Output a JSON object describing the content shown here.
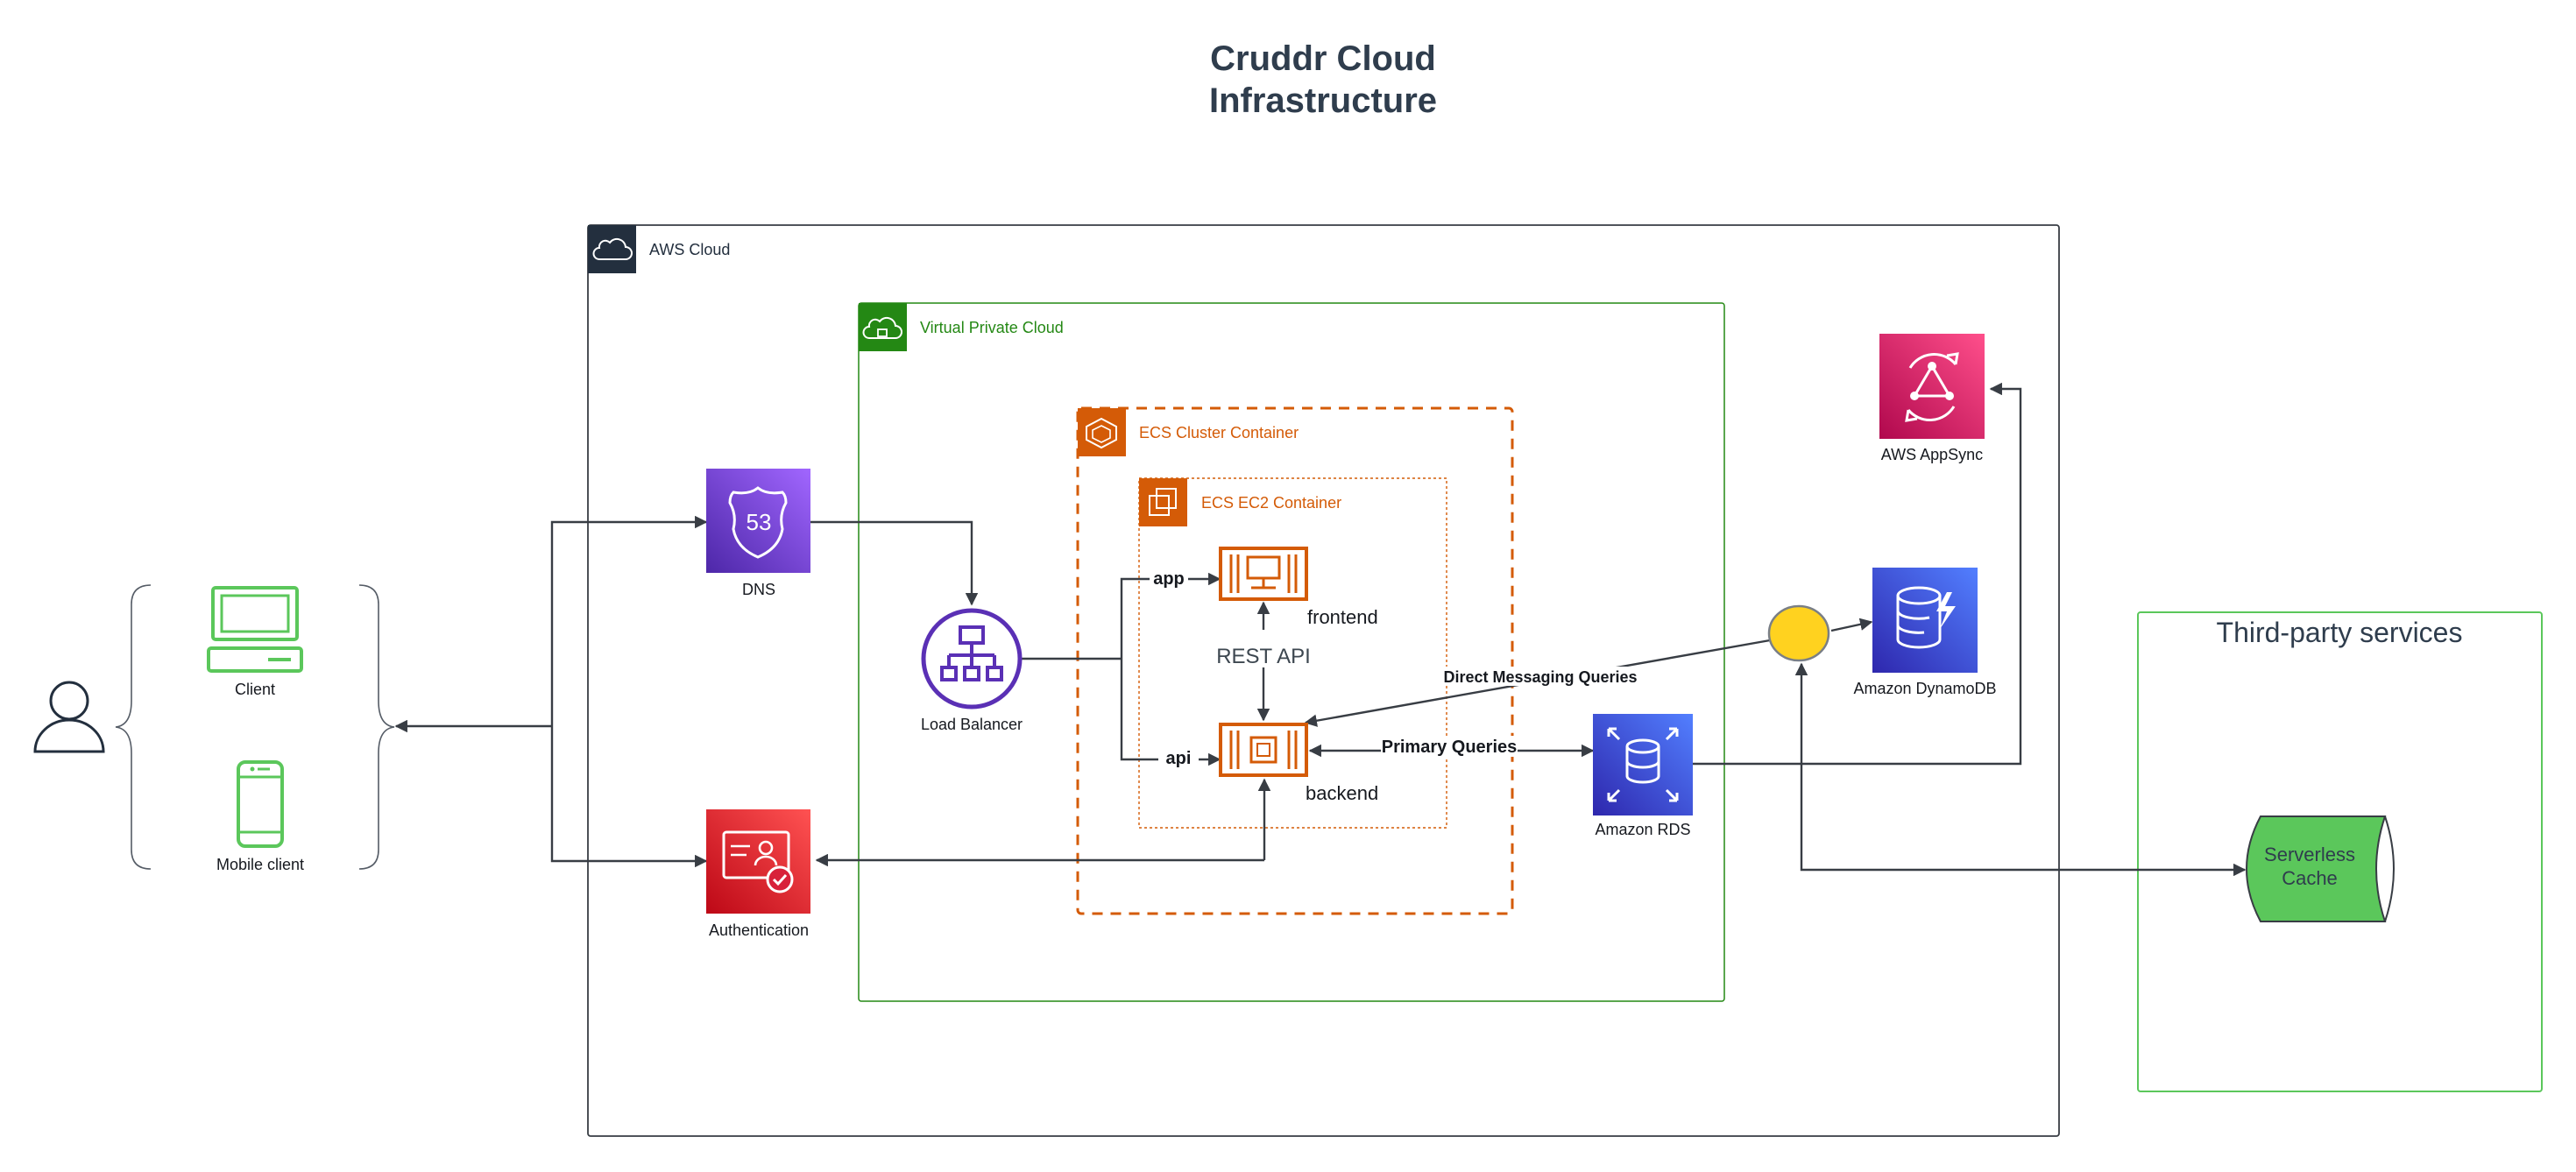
{
  "title": {
    "line1": "Cruddr Cloud",
    "line2": "Infrastructure"
  },
  "groups": {
    "aws_cloud": "AWS Cloud",
    "vpc": "Virtual Private Cloud",
    "ecs_cluster": "ECS Cluster Container",
    "ecs_ec2": "ECS EC2 Container",
    "third_party": "Third-party services"
  },
  "nodes": {
    "client": "Client",
    "mobile_client": "Mobile client",
    "dns": "DNS",
    "dns_badge": "53",
    "authentication": "Authentication",
    "load_balancer": "Load Balancer",
    "frontend": "frontend",
    "backend": "backend",
    "rds": "Amazon RDS",
    "dynamodb": "Amazon DynamoDB",
    "appsync": "AWS AppSync",
    "cache_line1": "Serverless",
    "cache_line2": "Cache"
  },
  "edges": {
    "app": "app",
    "api": "api",
    "rest_api": "REST API",
    "primary_queries": "Primary Queries",
    "direct_messaging": "Direct Messaging Queries"
  },
  "colors": {
    "aws_border": "#232f3e",
    "vpc_green": "#248814",
    "ecs_orange": "#d45b07",
    "route53_purple": "#8c4fff",
    "auth_red": "#dd344c",
    "lb_purple": "#5a30b5",
    "rds_blue": "#3334b9",
    "appsync_pink": "#e7157b",
    "client_green": "#5bc75b",
    "junction_yellow": "#ffd21f",
    "cache_green": "#5bc75b"
  }
}
